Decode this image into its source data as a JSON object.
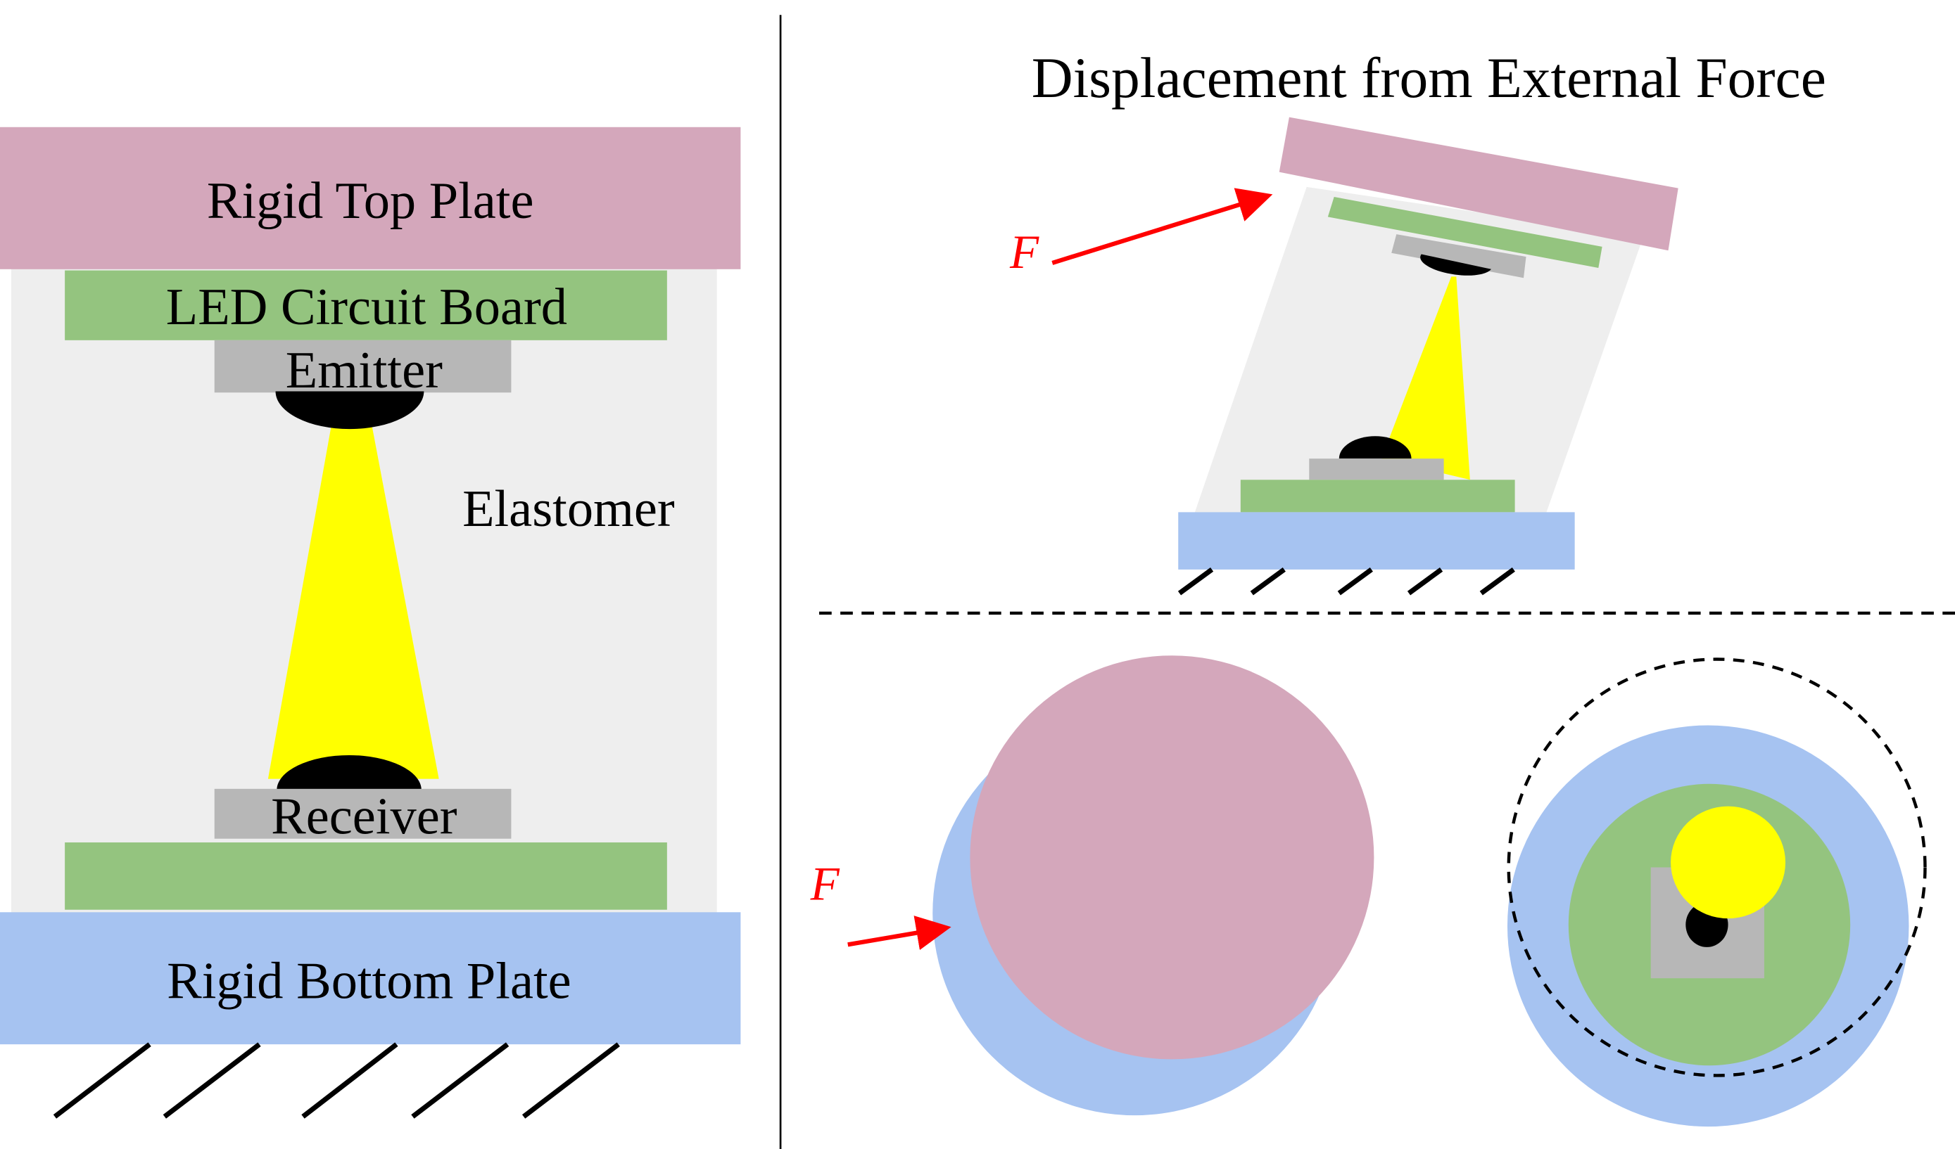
{
  "colors": {
    "top_plate": "#d4a7bb",
    "circuit_board": "#94c47f",
    "component": "#b7b7b7",
    "elastomer": "#eeeeee",
    "bottom_plate": "#a6c3f1",
    "beam": "#ffff00",
    "lens": "#000000",
    "force": "#ff0000",
    "line": "#000000"
  },
  "left_panel": {
    "top_plate_label": "Rigid Top Plate",
    "circuit_board_label": "LED Circuit Board",
    "emitter_label": "Emitter",
    "elastomer_label": "Elastomer",
    "receiver_label": "Receiver",
    "bottom_plate_label": "Rigid Bottom Plate"
  },
  "right_panel": {
    "title": "Displacement from External Force",
    "force_label_side": "F",
    "force_label_top": "F"
  }
}
